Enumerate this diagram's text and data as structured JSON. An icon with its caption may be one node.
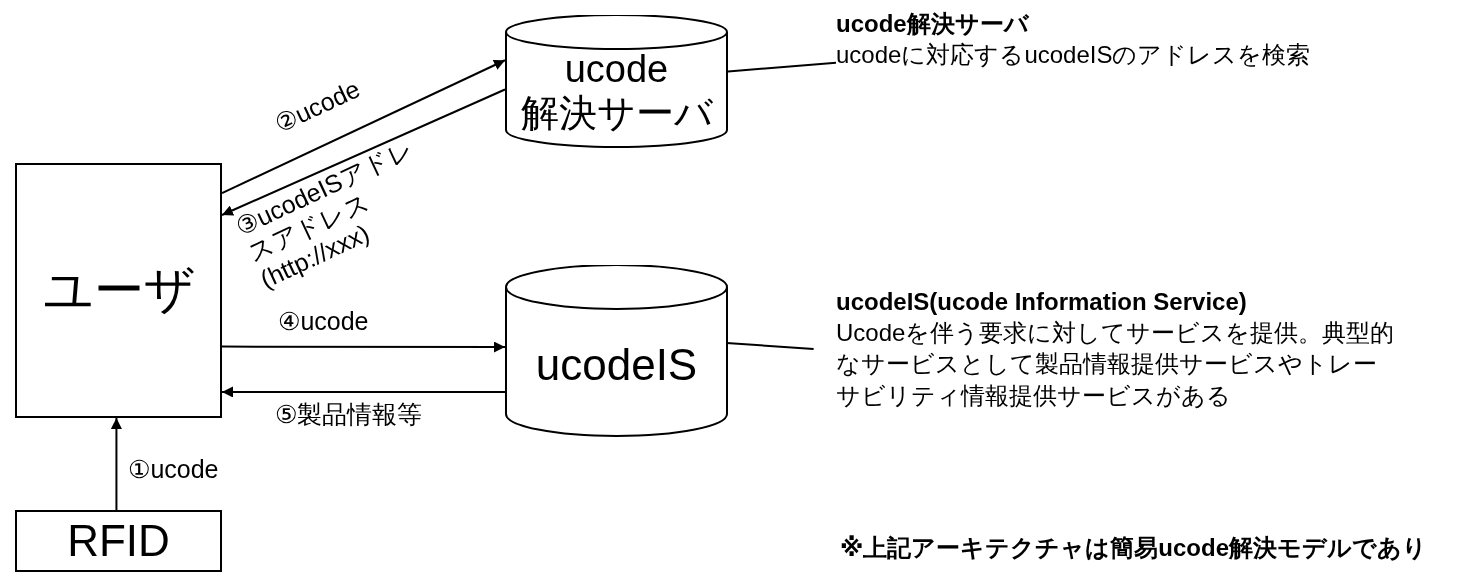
{
  "diagram": {
    "nodes": [
      {
        "text": [
          "ユーザ"
        ]
      },
      {
        "text": [
          "ucode 解決サーバ"
        ]
      },
      {
        "text": [
          "ucodeIS"
        ]
      },
      {
        "text": [
          "RFID"
        ]
      },
      {
        "text": [
          "ucode解決サーバ",
          "ucodeに対応するucodeISのアドレスを検索"
        ]
      },
      {
        "text": [
          "ucodeIS(ucode Information Service)",
          "Ucodeを伴う要求に対してサービスを提供。典型的なサービスとして製品情報提供サービスやトレーサビリティ情報提供サービスがある"
        ]
      }
    ],
    "edges": [
      {
        "from": 3,
        "to": 0,
        "arrow": "to",
        "label": "①ucode"
      },
      {
        "from": 0,
        "to": 1,
        "arrow": "to",
        "label": "②ucode"
      },
      {
        "from": 1,
        "to": 0,
        "arrow": "to",
        "label": "③ucodeISアドレスアドレス(http://xxx)"
      },
      {
        "from": 0,
        "to": 2,
        "arrow": "to",
        "label": "④ucode"
      },
      {
        "from": 2,
        "to": 0,
        "arrow": "to",
        "label": "⑤製品情報等"
      },
      {
        "from": 4,
        "to": 1,
        "arrow": "other"
      },
      {
        "from": 5,
        "to": 2,
        "arrow": "other"
      }
    ],
    "labels": [
      "※上記アーキテクチャは簡易ucode解決モデルであり"
    ]
  }
}
